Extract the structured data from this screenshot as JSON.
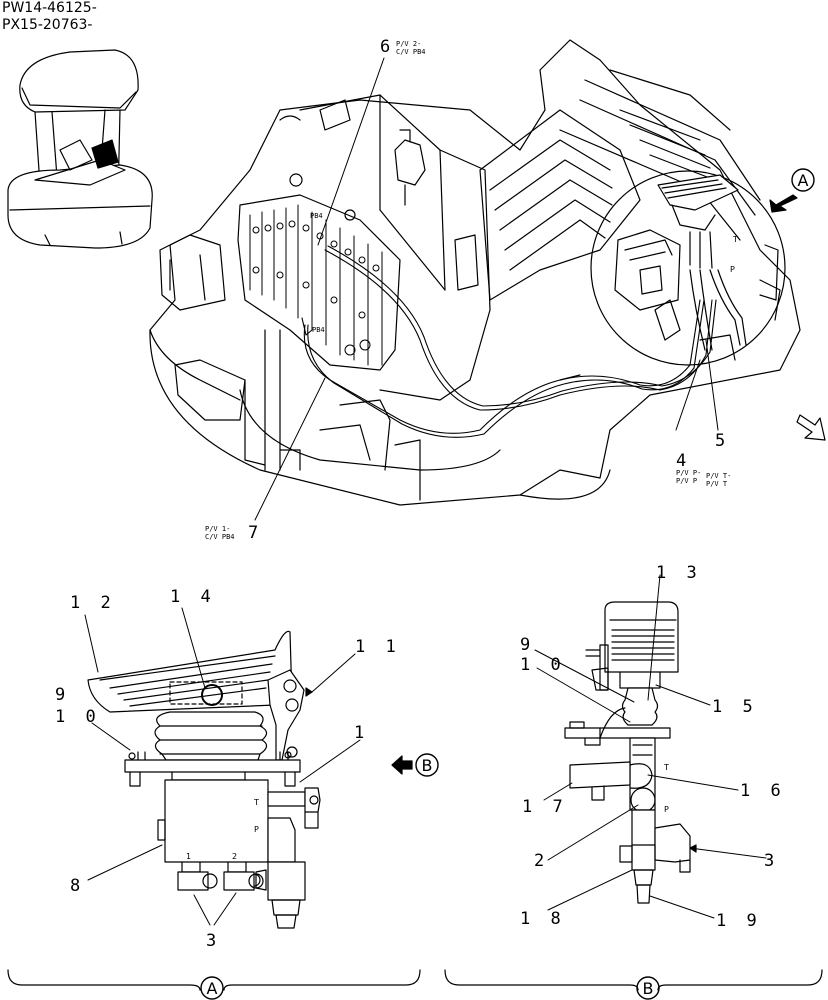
{
  "header": {
    "line1": "PW14-46125-",
    "line2": "PX15-20763-"
  },
  "callouts": {
    "c6": "6",
    "c7": "7",
    "c4": "4",
    "c5": "5",
    "c12": "1 2",
    "c14": "1 4",
    "c11": "1 1",
    "c9a": "9",
    "c10a": "1 0",
    "c1": "1",
    "c8": "8",
    "c3a": "3",
    "c13": "1 3",
    "c9b": "9",
    "c10b": "1 0",
    "c15": "1 5",
    "c16": "1 6",
    "c17": "1 7",
    "c2": "2",
    "c3b": "3",
    "c18": "1 8",
    "c19": "1 9"
  },
  "notes": {
    "n6a": "P/V 2-",
    "n6b": "C/V PB4",
    "n7a": "P/V 1-",
    "n7b": "C/V PB4",
    "n4a": "P/V P-",
    "n4b": "P/V P",
    "n5a": "P/V T-",
    "n5b": "P/V T",
    "pb4a": "PB4",
    "pb4b": "PB4"
  },
  "ports": {
    "t_a": "T",
    "p_a": "P",
    "one_a": "1",
    "two_a": "2",
    "t_b": "T",
    "p_b": "P",
    "t_top": "T",
    "p_top": "P"
  },
  "view_marks": {
    "a_top": "A",
    "b_arrow": "B",
    "a_bottom": "A",
    "b_bottom": "B"
  }
}
